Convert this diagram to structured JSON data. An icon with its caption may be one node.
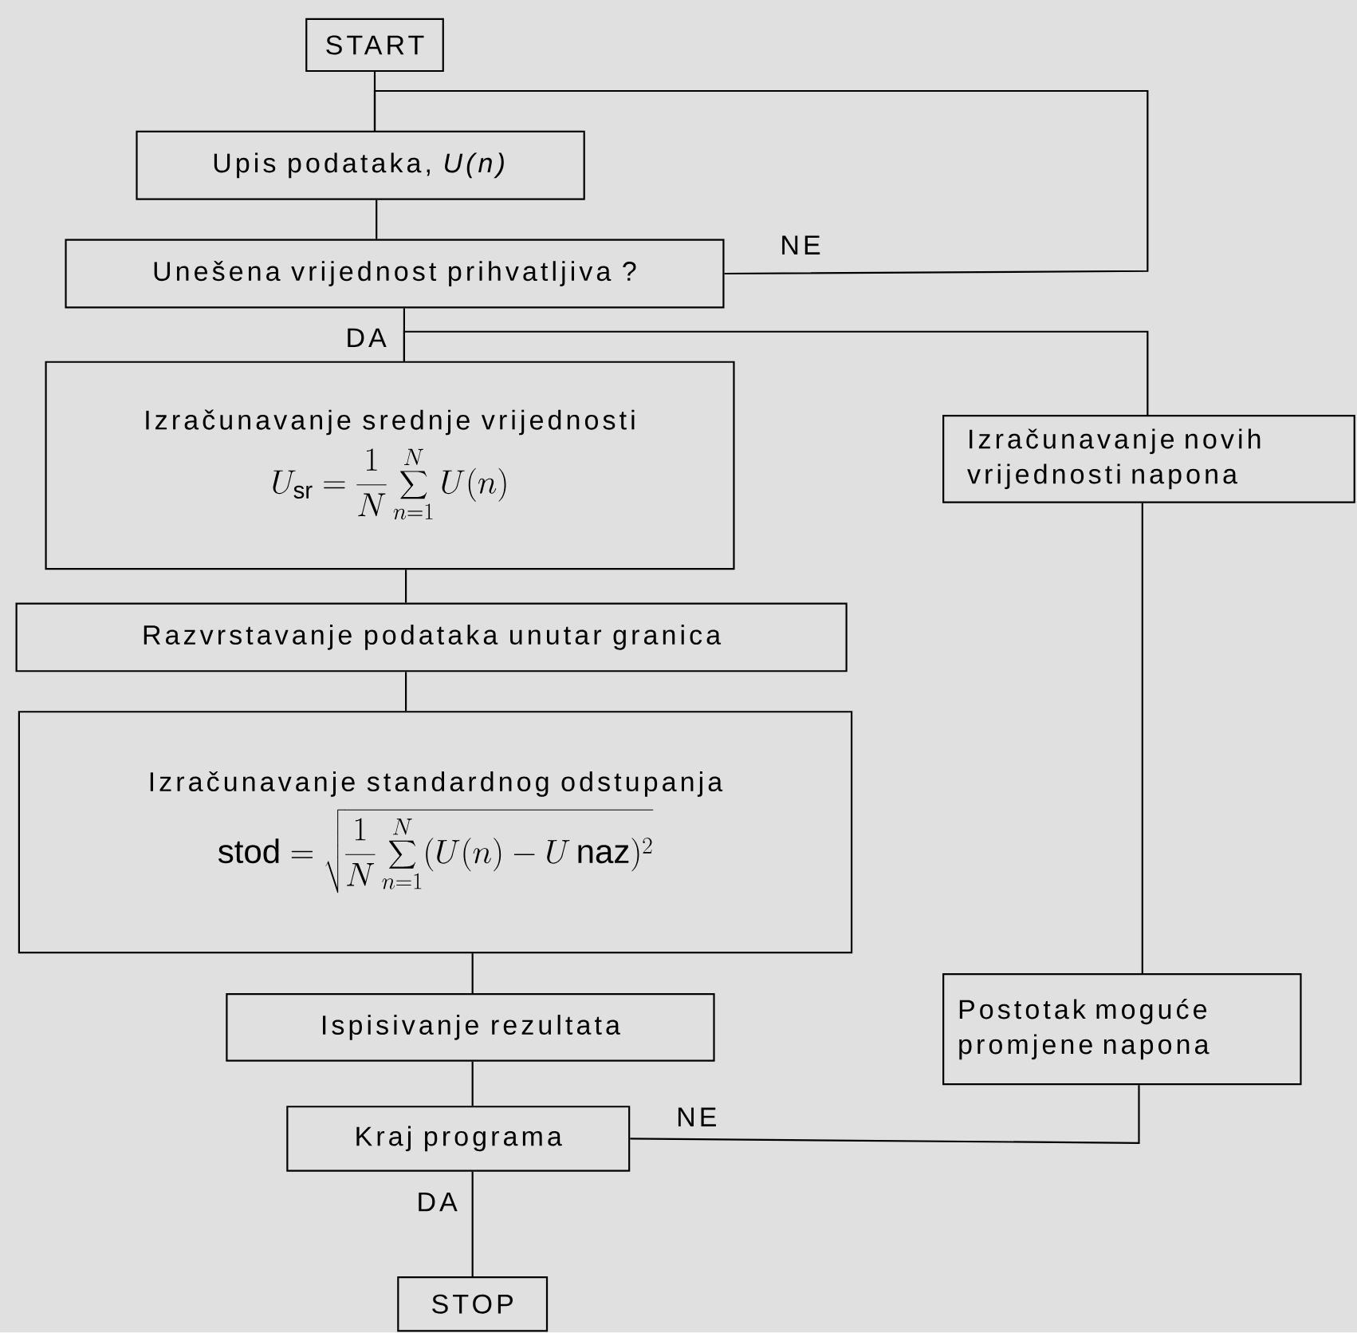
{
  "diagram": {
    "nodes": [
      {
        "text": [
          "START"
        ]
      },
      {
        "text": [
          "Upis podataka, *U(n)*"
        ]
      },
      {
        "text": [
          "Unešena vrijednost prihvatljiva ?"
        ]
      },
      {
        "text": [
          "Izračunavanje srednje vrijednosti",
          "U_{\\mathrm{sr}} = \\frac{1}{N}\\sum_{n=1}^{N} U(n)"
        ]
      },
      {
        "text": [
          "Razvrstavanje podataka unutar granica"
        ]
      },
      {
        "text": [
          "Izračunavanje standardnog odstupanja",
          "\\mathrm{stod} = \\sqrt{\\frac{1}{N}\\sum_{n=1}^{N}(U(n) - U\\,\\mathrm{naz})^{2}}"
        ]
      },
      {
        "text": [
          "Ispisivanje rezultata"
        ]
      },
      {
        "text": [
          "Kraj programa"
        ]
      },
      {
        "text": [
          "STOP"
        ]
      },
      {
        "text": [
          "Izračunavanje novih vrijednosti napona"
        ]
      },
      {
        "text": [
          "Postotak moguće promjene napona"
        ]
      }
    ],
    "edges": [
      {
        "from": 0,
        "to": 1,
        "arrow": "none"
      },
      {
        "from": 1,
        "to": 2,
        "arrow": "none"
      },
      {
        "from": 2,
        "to": 1,
        "arrow": "none",
        "label": "NE"
      },
      {
        "from": 2,
        "to": 3,
        "arrow": "none",
        "label": "DA"
      },
      {
        "from": 9,
        "to": 3,
        "arrow": "none"
      },
      {
        "from": 3,
        "to": 4,
        "arrow": "none"
      },
      {
        "from": 4,
        "to": 5,
        "arrow": "none"
      },
      {
        "from": 5,
        "to": 6,
        "arrow": "none"
      },
      {
        "from": 6,
        "to": 7,
        "arrow": "none"
      },
      {
        "from": 7,
        "to": 8,
        "arrow": "none",
        "label": "DA"
      },
      {
        "from": 7,
        "to": 10,
        "arrow": "none",
        "label": "NE"
      },
      {
        "from": 10,
        "to": 9,
        "arrow": "none"
      }
    ]
  }
}
